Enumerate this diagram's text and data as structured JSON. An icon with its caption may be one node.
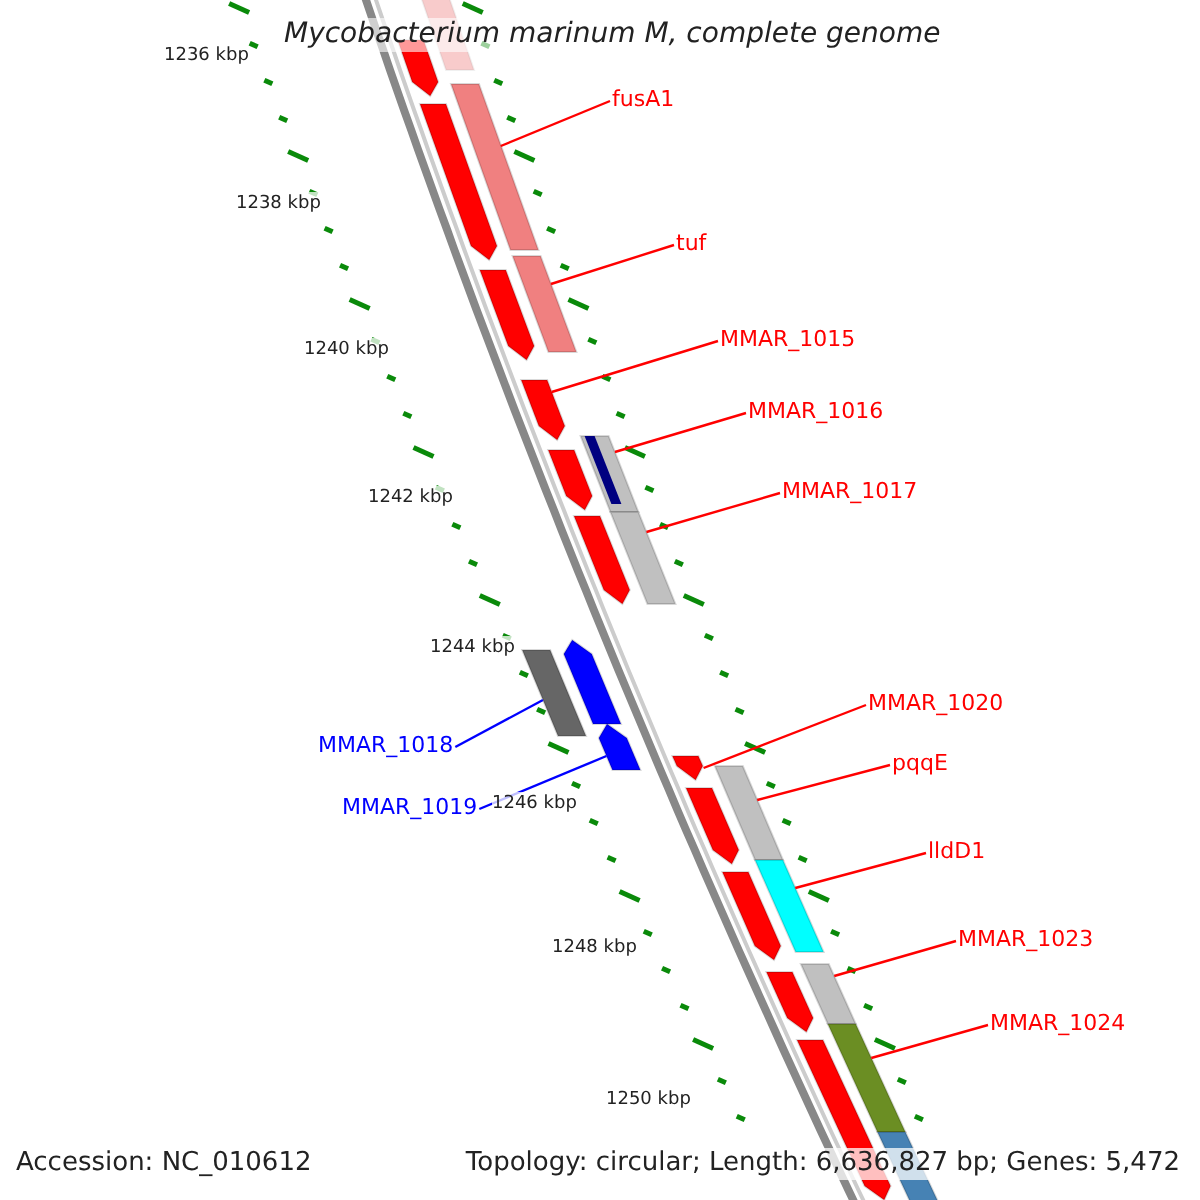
{
  "diagram": {
    "title": "Mycobacterium marinum M, complete genome",
    "nodes": [
      {
        "text": [
          "fusA1"
        ]
      },
      {
        "text": [
          "tuf"
        ]
      },
      {
        "text": [
          "MMAR_1015"
        ]
      },
      {
        "text": [
          "MMAR_1016"
        ]
      },
      {
        "text": [
          "MMAR_1017"
        ]
      },
      {
        "text": [
          "MMAR_1020"
        ]
      },
      {
        "text": [
          "pqqE"
        ]
      },
      {
        "text": [
          "lldD1"
        ]
      },
      {
        "text": [
          "MMAR_1023"
        ]
      },
      {
        "text": [
          "MMAR_1024"
        ]
      },
      {
        "text": [
          "MMAR_1018"
        ]
      },
      {
        "text": [
          "MMAR_1019"
        ]
      },
      {
        "text": [],
        "shape": "bar"
      },
      {
        "text": [],
        "shape": "pentagon"
      },
      {
        "text": [],
        "shape": "bar"
      },
      {
        "text": [],
        "shape": "pentagon"
      },
      {
        "text": [],
        "shape": "bar"
      },
      {
        "text": [],
        "shape": "pentagon"
      },
      {
        "text": [],
        "shape": "pentagon"
      },
      {
        "text": [],
        "shape": "bar"
      },
      {
        "text": [],
        "shape": "pentagon"
      },
      {
        "text": [],
        "shape": "bar"
      },
      {
        "text": [],
        "shape": "pentagon"
      },
      {
        "text": [],
        "shape": "pentagon"
      },
      {
        "text": [],
        "shape": "bar"
      },
      {
        "text": [],
        "shape": "pentagon"
      },
      {
        "text": [],
        "shape": "pentagon"
      },
      {
        "text": [],
        "shape": "bar"
      },
      {
        "text": [],
        "shape": "pentagon"
      },
      {
        "text": [],
        "shape": "bar"
      },
      {
        "text": [],
        "shape": "pentagon"
      },
      {
        "text": [],
        "shape": "bar"
      },
      {
        "text": [],
        "shape": "pentagon"
      },
      {
        "text": [],
        "shape": "bar"
      },
      {
        "text": [],
        "shape": "pentagon"
      },
      {
        "text": [],
        "shape": "bar"
      }
    ],
    "edges": [
      {
        "from": 0,
        "to": 14,
        "arrow": "none"
      },
      {
        "from": 1,
        "to": 16,
        "arrow": "none"
      },
      {
        "from": 2,
        "to": 18,
        "arrow": "none"
      },
      {
        "from": 3,
        "to": 19,
        "arrow": "none"
      },
      {
        "from": 4,
        "to": 21,
        "arrow": "none"
      },
      {
        "from": 5,
        "to": 26,
        "arrow": "none"
      },
      {
        "from": 6,
        "to": 27,
        "arrow": "none"
      },
      {
        "from": 7,
        "to": 29,
        "arrow": "none"
      },
      {
        "from": 8,
        "to": 31,
        "arrow": "none"
      },
      {
        "from": 9,
        "to": 33,
        "arrow": "none"
      },
      {
        "from": 10,
        "to": 24,
        "arrow": "none",
        "color": "#0000ff"
      },
      {
        "from": 11,
        "to": 25,
        "arrow": "none",
        "color": "#0000ff"
      }
    ],
    "labels": [
      "1236 kbp",
      "1238 kbp",
      "1240 kbp",
      "1242 kbp",
      "1244 kbp",
      "1246 kbp",
      "1248 kbp",
      "1250 kbp",
      "Accession: NC_010612",
      "Topology: circular; Length: 6,636,827 bp; Genes: 5,472"
    ]
  }
}
